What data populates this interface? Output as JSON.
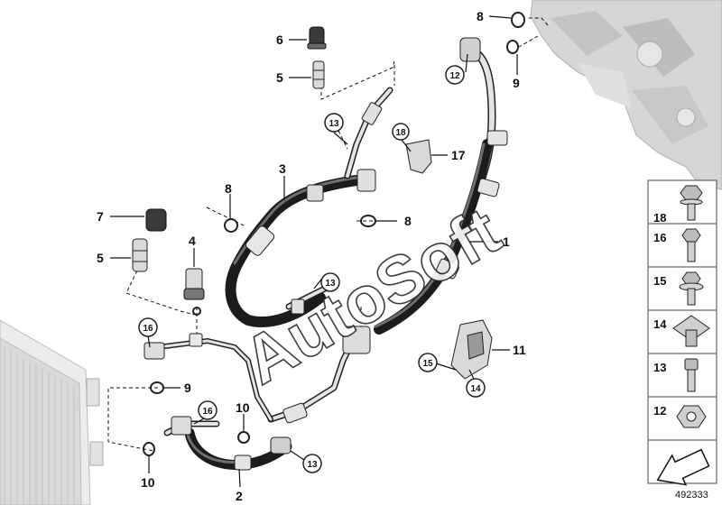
{
  "diagram_id": "492333",
  "watermark": "AutoSoft",
  "callouts": {
    "c1": "1",
    "c2": "2",
    "c3": "3",
    "c4": "4",
    "c5a": "5",
    "c5b": "5",
    "c6": "6",
    "c7": "7",
    "c8a": "8",
    "c8b": "8",
    "c8c": "8",
    "c9a": "9",
    "c9b": "9",
    "c10a": "10",
    "c10b": "10",
    "c11": "11",
    "c12": "12",
    "c13a": "13",
    "c13b": "13",
    "c13c": "13",
    "c14": "14",
    "c15": "15",
    "c16a": "16",
    "c16b": "16",
    "c17": "17",
    "c18": "18"
  },
  "legend": [
    {
      "number": "18",
      "icon": "hex-flange-bolt-icon"
    },
    {
      "number": "16",
      "icon": "hex-bolt-icon"
    },
    {
      "number": "15",
      "icon": "washer-bolt-icon"
    },
    {
      "number": "14",
      "icon": "square-clip-nut-icon"
    },
    {
      "number": "13",
      "icon": "socket-bolt-icon"
    },
    {
      "number": "12",
      "icon": "hex-nut-icon"
    },
    {
      "number": "",
      "icon": "arrow-direction-icon"
    }
  ],
  "colors": {
    "hose": "#1c1c1c",
    "pipe": "#e4e4e4",
    "engine": "#c9c9c9",
    "line": "#111111"
  }
}
